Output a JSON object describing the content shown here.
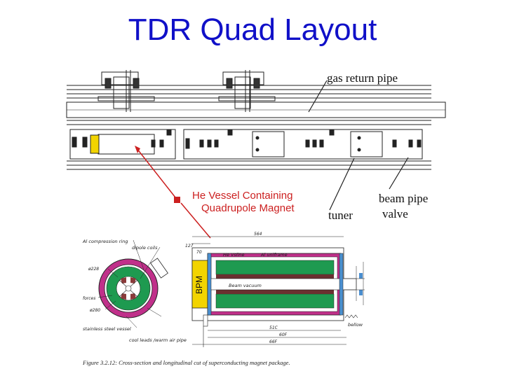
{
  "title": "TDR Quad Layout",
  "labels": {
    "gas_return_pipe": "gas return pipe",
    "tuner": "tuner",
    "beam_pipe_valve_1": "beam pipe",
    "beam_pipe_valve_2": "valve",
    "callout_line1": "He Vessel Containing",
    "callout_line2": "Quadrupole Magnet",
    "bpm": "BPM"
  },
  "cross_section_notes": {
    "al_ring": "Al compression ring",
    "dipole_coils": "dipole coils",
    "d1": "ø228",
    "forces": "forces",
    "d2": "ø280",
    "stainless": "stainless steel vessel",
    "coil_leads": "cool leads /warm air pipe",
    "he_vessel": "He Vsline",
    "al_frame": "Al uniframe",
    "beam_vacuum": "Beam vacuum",
    "bellow": "bellow",
    "dim_top": "564",
    "dim_127": "127",
    "dim_70": "70",
    "dim_bot1": "51C",
    "dim_bot2": "60F",
    "dim_bot3": "66F"
  },
  "caption": "Figure 3.2.12: Cross-section and longitudinal cut of superconducting magnet package.",
  "colors": {
    "title": "#1010c8",
    "callout": "#cc2020",
    "magenta": "#c0308a",
    "green": "#1e9a50",
    "yellow": "#f2d400"
  }
}
